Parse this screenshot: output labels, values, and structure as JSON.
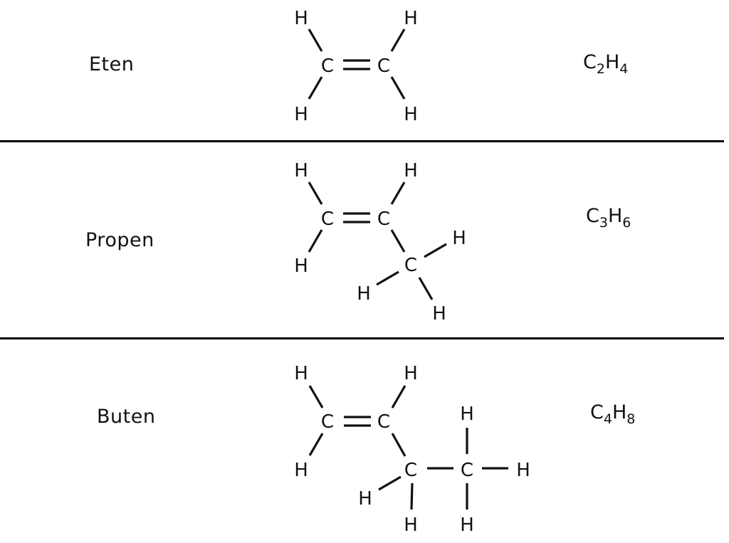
{
  "rows": [
    {
      "name": "Eten",
      "formula": {
        "c": "C",
        "c_count": "2",
        "h": "H",
        "h_count": "4"
      }
    },
    {
      "name": "Propen",
      "formula": {
        "c": "C",
        "c_count": "3",
        "h": "H",
        "h_count": "6"
      }
    },
    {
      "name": "Buten",
      "formula": {
        "c": "C",
        "c_count": "4",
        "h": "H",
        "h_count": "8"
      }
    }
  ],
  "atoms": {
    "carbon": "C",
    "hydrogen": "H"
  },
  "colors": {
    "ink": "#111111",
    "rule": "#000000",
    "background": "#ffffff"
  }
}
